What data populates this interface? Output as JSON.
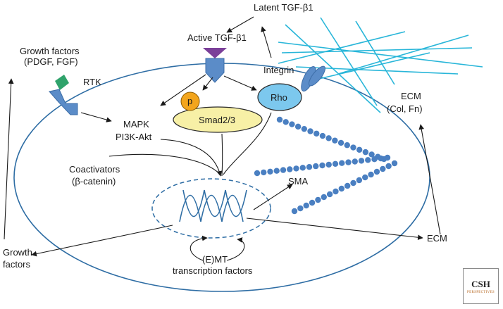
{
  "labels": {
    "latent_tgf": "Latent TGF-β1",
    "active_tgf": "Active TGF-β1",
    "growth_factors_top_1": "Growth factors",
    "growth_factors_top_2": "(PDGF, FGF)",
    "rtk": "RTK",
    "integrin": "Integrin",
    "ecm_top_1": "ECM",
    "ecm_top_2": "(Col, Fn)",
    "p": "p",
    "smad": "Smad2/3",
    "rho": "Rho",
    "mapk": "MAPK",
    "pi3k": "PI3K-Akt",
    "coactivators_1": "Coactivators",
    "coactivators_2": "(β-catenin)",
    "sma": "SMA",
    "emt_1": "(E)MT",
    "emt_2": "transcription factors",
    "growth_factors_bottom_1": "Growth",
    "growth_factors_bottom_2": "factors",
    "ecm_bottom": "ECM"
  },
  "badge": {
    "name": "CSH",
    "subtitle": "PERSPECTIVES"
  },
  "colors": {
    "cell_outline": "#2e6da4",
    "receptor_blue": "#5b8cc8",
    "ligand_purple": "#7b3f99",
    "pdgf_green": "#2fa36b",
    "ecm_fibers": "#29b6d9",
    "smad_yellow": "#f7f0a6",
    "phospho_orange": "#f3a51c",
    "rho_blue": "#7cc8ee",
    "sma_dots": "#4a7fc1",
    "arrow": "#1a1a1a"
  }
}
